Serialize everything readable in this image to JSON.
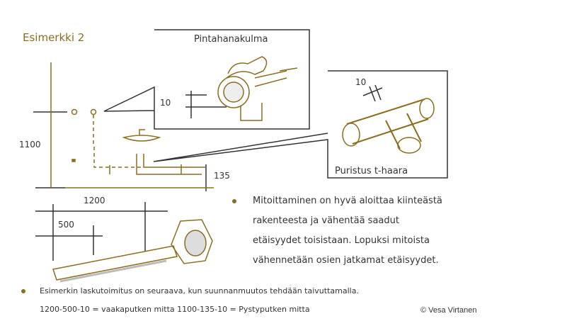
{
  "title": "Esimerkki 2",
  "callouts": {
    "top": {
      "label": "Pintahanakulma",
      "dimension": "10"
    },
    "right": {
      "label": "Puristus t-haara",
      "dimension": "10"
    }
  },
  "dimensions": {
    "height": "1100",
    "offset": "135",
    "width": "1200",
    "inner": "500"
  },
  "bullets": [
    {
      "lines": [
        "Mitoittaminen on hyvä aloittaa kiinteästä",
        "rakenteesta ja vähentää saadut",
        "etäisyydet toisistaan. Lopuksi mitoista",
        "vähennetään osien jatkamat etäisyydet."
      ]
    },
    {
      "lines": [
        "Esimerkin laskutoimitus on seuraava, kun suunnanmuutos tehdään taivuttamalla.",
        "1200-500-10 = vaakaputken mitta 1100-135-10 = Pystyputken mitta"
      ]
    }
  ],
  "copyright": "© Vesa Virtanen",
  "colors": {
    "accent": "#8a6d1e",
    "line": "#333333"
  }
}
